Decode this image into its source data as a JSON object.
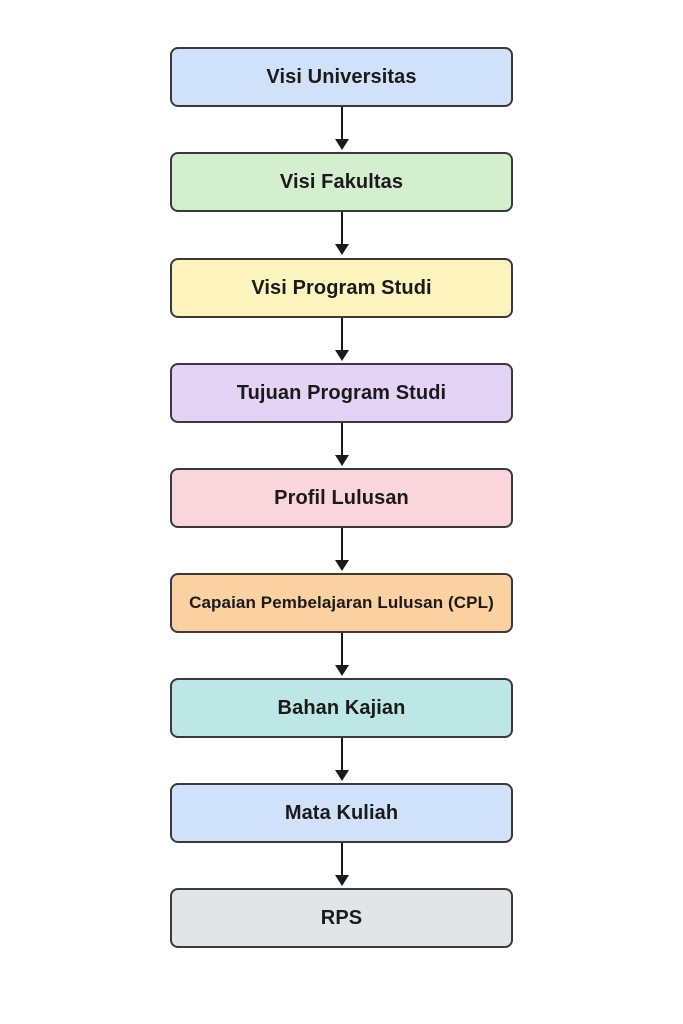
{
  "flowchart": {
    "nodes": [
      {
        "label": "Visi Universitas",
        "color": "#cfe2f9"
      },
      {
        "label": "Visi Fakultas",
        "color": "#d3efce"
      },
      {
        "label": "Visi Program Studi",
        "color": "#fcf3bd"
      },
      {
        "label": "Tujuan Program Studi",
        "color": "#e3d4f5"
      },
      {
        "label": "Profil Lulusan",
        "color": "#fbd5dc"
      },
      {
        "label": "Capaian Pembelajaran Lulusan (CPL)",
        "color": "#fbd1a2"
      },
      {
        "label": "Bahan Kajian",
        "color": "#bde7e4"
      },
      {
        "label": "Mata Kuliah",
        "color": "#cfe2f9"
      },
      {
        "label": "RPS",
        "color": "#e3e4e6"
      }
    ],
    "arrow_color": "#1a1a1a"
  }
}
